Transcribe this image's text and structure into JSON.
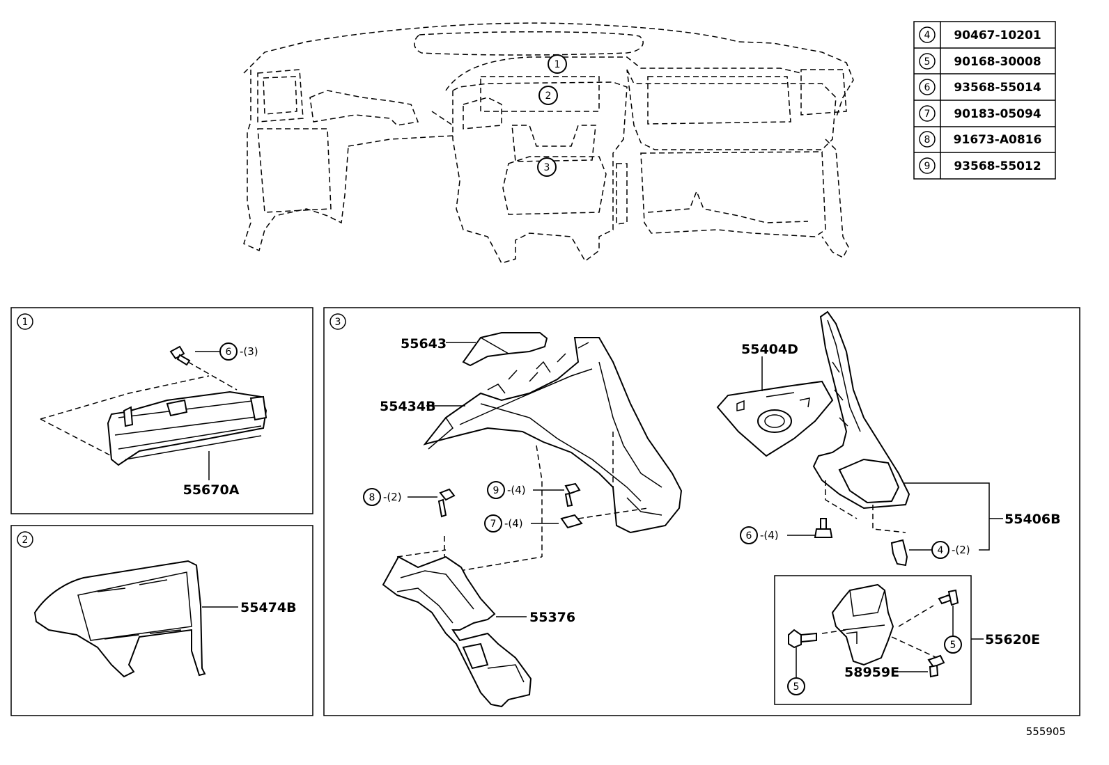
{
  "parts_table": [
    {
      "ref": "4",
      "part_no": "90467-10201"
    },
    {
      "ref": "5",
      "part_no": "90168-30008"
    },
    {
      "ref": "6",
      "part_no": "93568-55014"
    },
    {
      "ref": "7",
      "part_no": "90183-05094"
    },
    {
      "ref": "8",
      "part_no": "91673-A0816"
    },
    {
      "ref": "9",
      "part_no": "93568-55012"
    }
  ],
  "overview_callouts": [
    "1",
    "2",
    "3"
  ],
  "panel1": {
    "number": "1",
    "labels": {
      "register": "55670A"
    },
    "callouts": [
      {
        "ref": "6",
        "qty": "-(3)"
      }
    ]
  },
  "panel2": {
    "number": "2",
    "labels": {
      "cluster_panel": "55474B"
    }
  },
  "panel3": {
    "number": "3",
    "labels": {
      "p55643": "55643",
      "p55434B": "55434B",
      "p55404D": "55404D",
      "p55406B": "55406B",
      "p55376": "55376",
      "p55620E": "55620E",
      "p58959E": "58959E"
    },
    "callouts": {
      "c8": {
        "ref": "8",
        "qty": "-(2)"
      },
      "c9": {
        "ref": "9",
        "qty": "-(4)"
      },
      "c7": {
        "ref": "7",
        "qty": "-(4)"
      },
      "c6": {
        "ref": "6",
        "qty": "-(4)"
      },
      "c4": {
        "ref": "4",
        "qty": "-(2)"
      },
      "c5a": {
        "ref": "5"
      },
      "c5b": {
        "ref": "5"
      }
    }
  },
  "footer_code": "555905"
}
